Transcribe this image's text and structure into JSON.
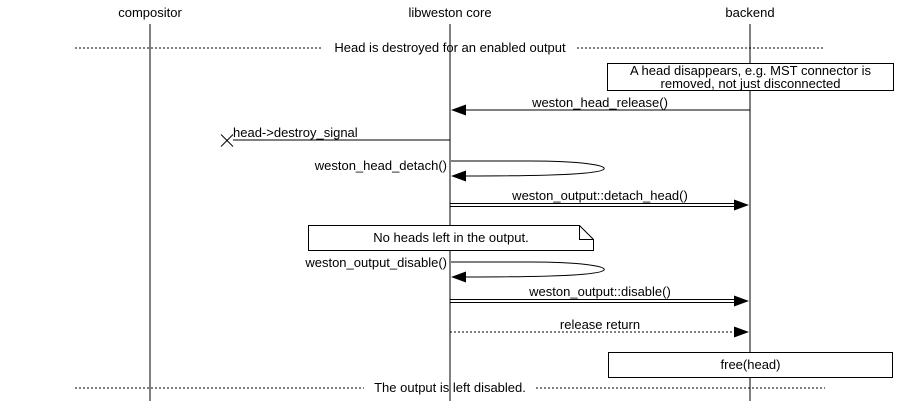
{
  "diagram": {
    "kind": "sequence-diagram",
    "colors": {
      "foreground": "#000000",
      "background": "#ffffff"
    },
    "actors": [
      {
        "label": "compositor"
      },
      {
        "label": "libweston core"
      },
      {
        "label": "backend"
      }
    ],
    "dividers": [
      {
        "label": "Head is destroyed for an enabled output"
      },
      {
        "label": "The output is left disabled."
      }
    ],
    "notes": [
      {
        "lines": [
          "A head disappears, e.g. MST connector is",
          "removed, not just disconnected"
        ]
      },
      {
        "lines": [
          "No heads left in the output."
        ]
      },
      {
        "lines": [
          "free(head)"
        ]
      }
    ],
    "messages": [
      {
        "label": "weston_head_release()",
        "from": "backend",
        "to": "libweston core",
        "style": "solid-call"
      },
      {
        "label": "head->destroy_signal",
        "from": "libweston core",
        "to": "lost",
        "style": "lost-message"
      },
      {
        "label": "weston_head_detach()",
        "from": "libweston core",
        "to": "libweston core",
        "style": "self-call"
      },
      {
        "label": "weston_output::detach_head()",
        "from": "libweston core",
        "to": "backend",
        "style": "double-line-call"
      },
      {
        "label": "weston_output_disable()",
        "from": "libweston core",
        "to": "libweston core",
        "style": "self-call"
      },
      {
        "label": "weston_output::disable()",
        "from": "libweston core",
        "to": "backend",
        "style": "double-line-call"
      },
      {
        "label": "release return",
        "from": "libweston core",
        "to": "backend",
        "style": "dotted-return"
      }
    ]
  }
}
